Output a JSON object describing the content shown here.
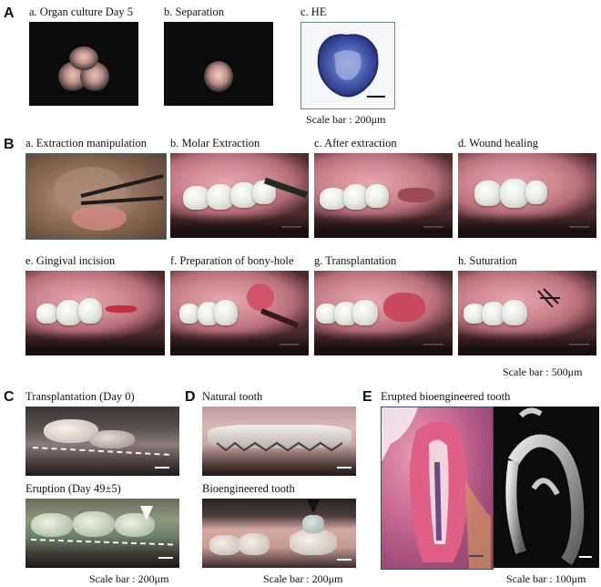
{
  "panels": {
    "A": {
      "letter": "A",
      "captions": [
        "a. Organ culture Day 5",
        "b. Separation",
        "c. HE"
      ],
      "scale_bar": "Scale bar : 200μm"
    },
    "B": {
      "letter": "B",
      "captions": [
        "a. Extraction manipulation",
        "b. Molar Extraction",
        "c. After extraction",
        "d. Wound healing",
        "e. Gingival incision",
        "f. Preparation of bony-hole",
        "g. Transplantation",
        "h. Suturation"
      ],
      "scale_bar": "Scale bar : 500μm"
    },
    "C": {
      "letter": "C",
      "captions": [
        "Transplantation (Day 0)",
        "Eruption (Day 49±5)"
      ],
      "scale_bar": "Scale bar : 200μm"
    },
    "D": {
      "letter": "D",
      "captions": [
        "Natural tooth",
        "Bioengineered tooth"
      ],
      "scale_bar": "Scale bar : 200μm"
    },
    "E": {
      "letter": "E",
      "captions": [
        "Erupted bioengineered tooth"
      ],
      "scale_bar": "Scale bar : 100μm"
    }
  },
  "colors": {
    "gum": "#cf8790",
    "he_stain": "#3b4fa0",
    "histo_pink": "#d9567a"
  }
}
